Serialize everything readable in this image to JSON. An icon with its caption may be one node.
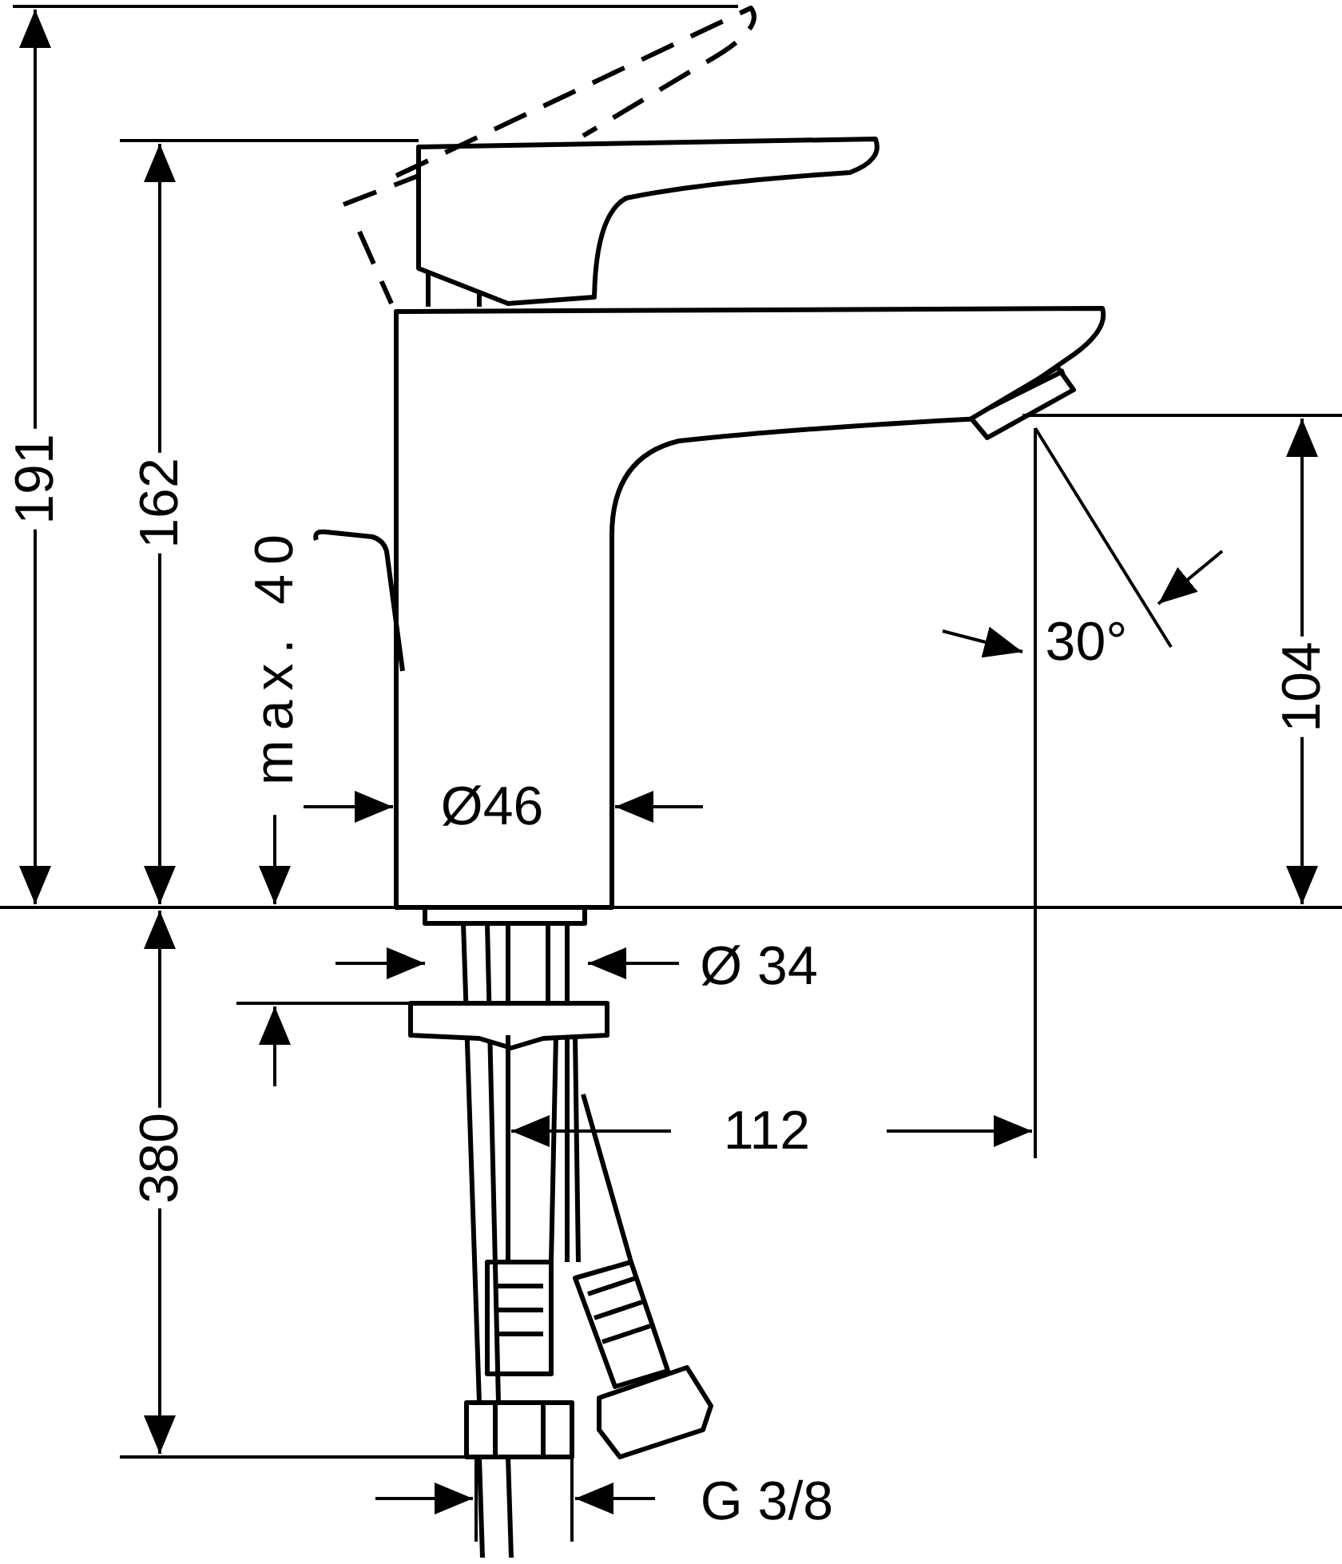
{
  "diagram": {
    "labels": [
      "191",
      "162",
      "max. 40",
      "Ø46",
      "30°",
      "104",
      "Ø 34",
      "380",
      "112",
      "G 3/8"
    ]
  }
}
